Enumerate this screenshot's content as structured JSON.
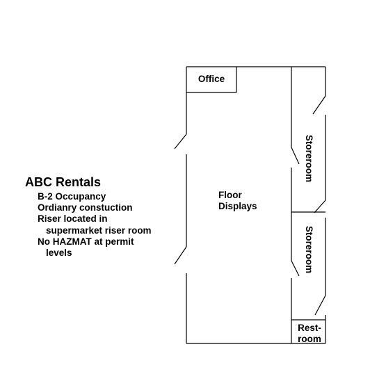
{
  "info": {
    "title": "ABC Rentals",
    "lines": [
      "B-2 Occupancy",
      "Ordianry constuction",
      "Riser located in",
      "supermarket riser room",
      "No HAZMAT at permit",
      "levels"
    ]
  },
  "rooms": {
    "office": "Office",
    "floor_line1": "Floor",
    "floor_line2": "Displays",
    "storeroom_1": "Storeroom",
    "storeroom_2": "Storeroom",
    "restroom_line1": "Rest-",
    "restroom_line2": "room"
  }
}
